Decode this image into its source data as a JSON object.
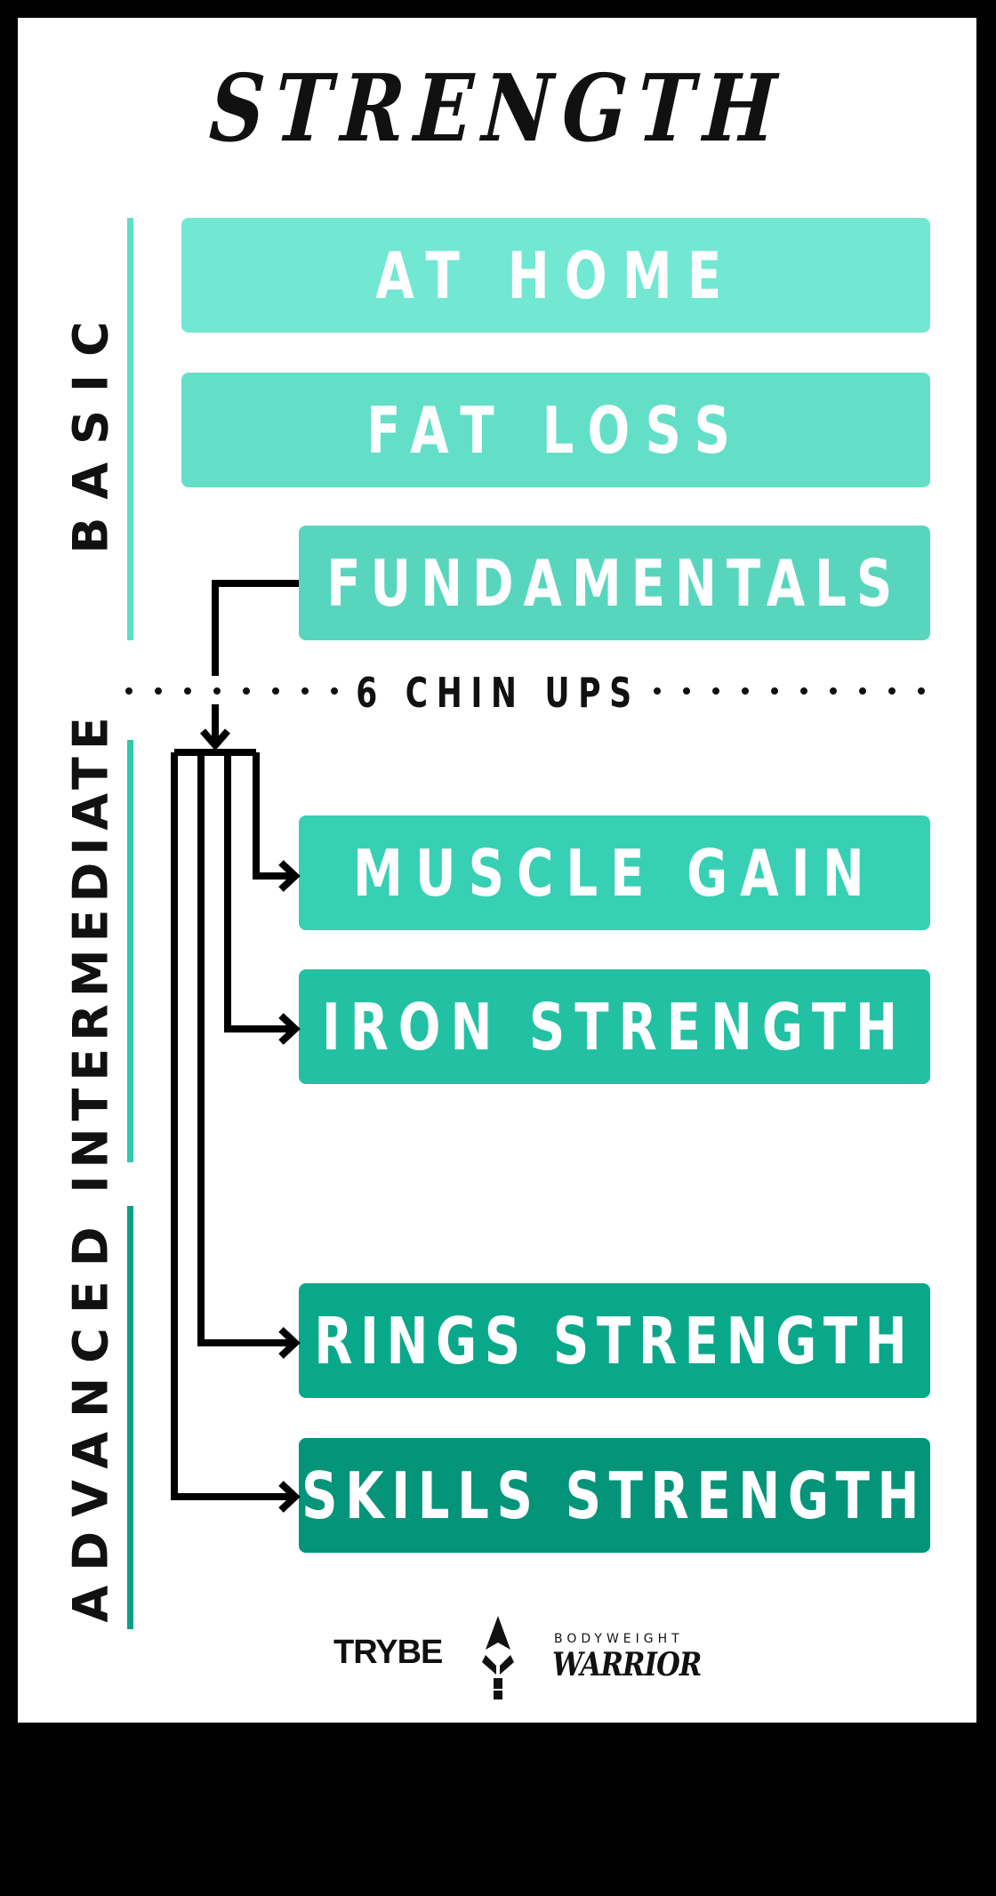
{
  "title": "STRENGTH",
  "colors": {
    "background_frame": "#000000",
    "card": "#ffffff",
    "basic_bar": "#5fdfc6",
    "intermediate_bar": "#2fc9ad",
    "advanced_bar": "#0aa284",
    "at_home": "#72e8d3",
    "fat_loss": "#63dfc8",
    "fundamentals": "#58d6bd",
    "muscle_gain": "#38d0b4",
    "iron_strength": "#23c1a3",
    "rings_strength": "#0aa88a",
    "skills_strength": "#039479",
    "connector": "#000000"
  },
  "levels": [
    {
      "label": "BASIC"
    },
    {
      "label": "INTERMEDIATE"
    },
    {
      "label": "ADVANCED"
    }
  ],
  "programs": [
    {
      "label": "AT HOME",
      "level": "BASIC"
    },
    {
      "label": "FAT LOSS",
      "level": "BASIC"
    },
    {
      "label": "FUNDAMENTALS",
      "level": "BASIC"
    },
    {
      "label": "MUSCLE GAIN",
      "level": "INTERMEDIATE"
    },
    {
      "label": "IRON STRENGTH",
      "level": "INTERMEDIATE"
    },
    {
      "label": "RINGS STRENGTH",
      "level": "ADVANCED"
    },
    {
      "label": "SKILLS STRENGTH",
      "level": "ADVANCED"
    }
  ],
  "threshold": {
    "label": "6 CHIN UPS"
  },
  "logos": {
    "trybe": "TRYBE",
    "spear_icon": "spearhead-icon",
    "bodyweight": "BODYWEIGHT",
    "warrior": "WARRIOR"
  }
}
